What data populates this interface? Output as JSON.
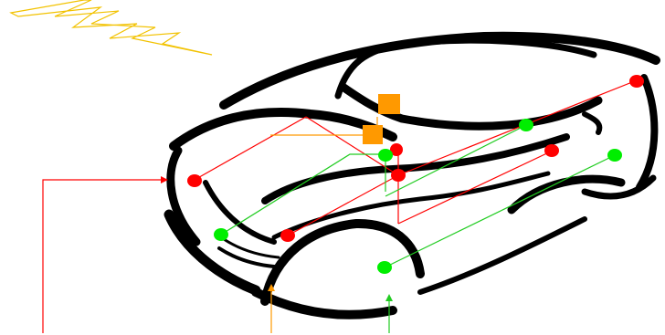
{
  "diagram": {
    "colors": {
      "background": "#ffffff",
      "car_outline": "#000000",
      "red_network": "#ff0000",
      "green_network": "#00ee00",
      "node_box": "#ff9900",
      "lightning": "#f2c200",
      "orange_pointer": "#ff9900",
      "green_pointer": "#33cc33",
      "red_pointer": "#ff0000"
    },
    "icons": {
      "lightning": "lightning-bolt-icon",
      "car": "car-outline-icon",
      "box": "orange-square-node"
    },
    "node_counts": {
      "red": 6,
      "green": 5,
      "orange": 2
    }
  }
}
